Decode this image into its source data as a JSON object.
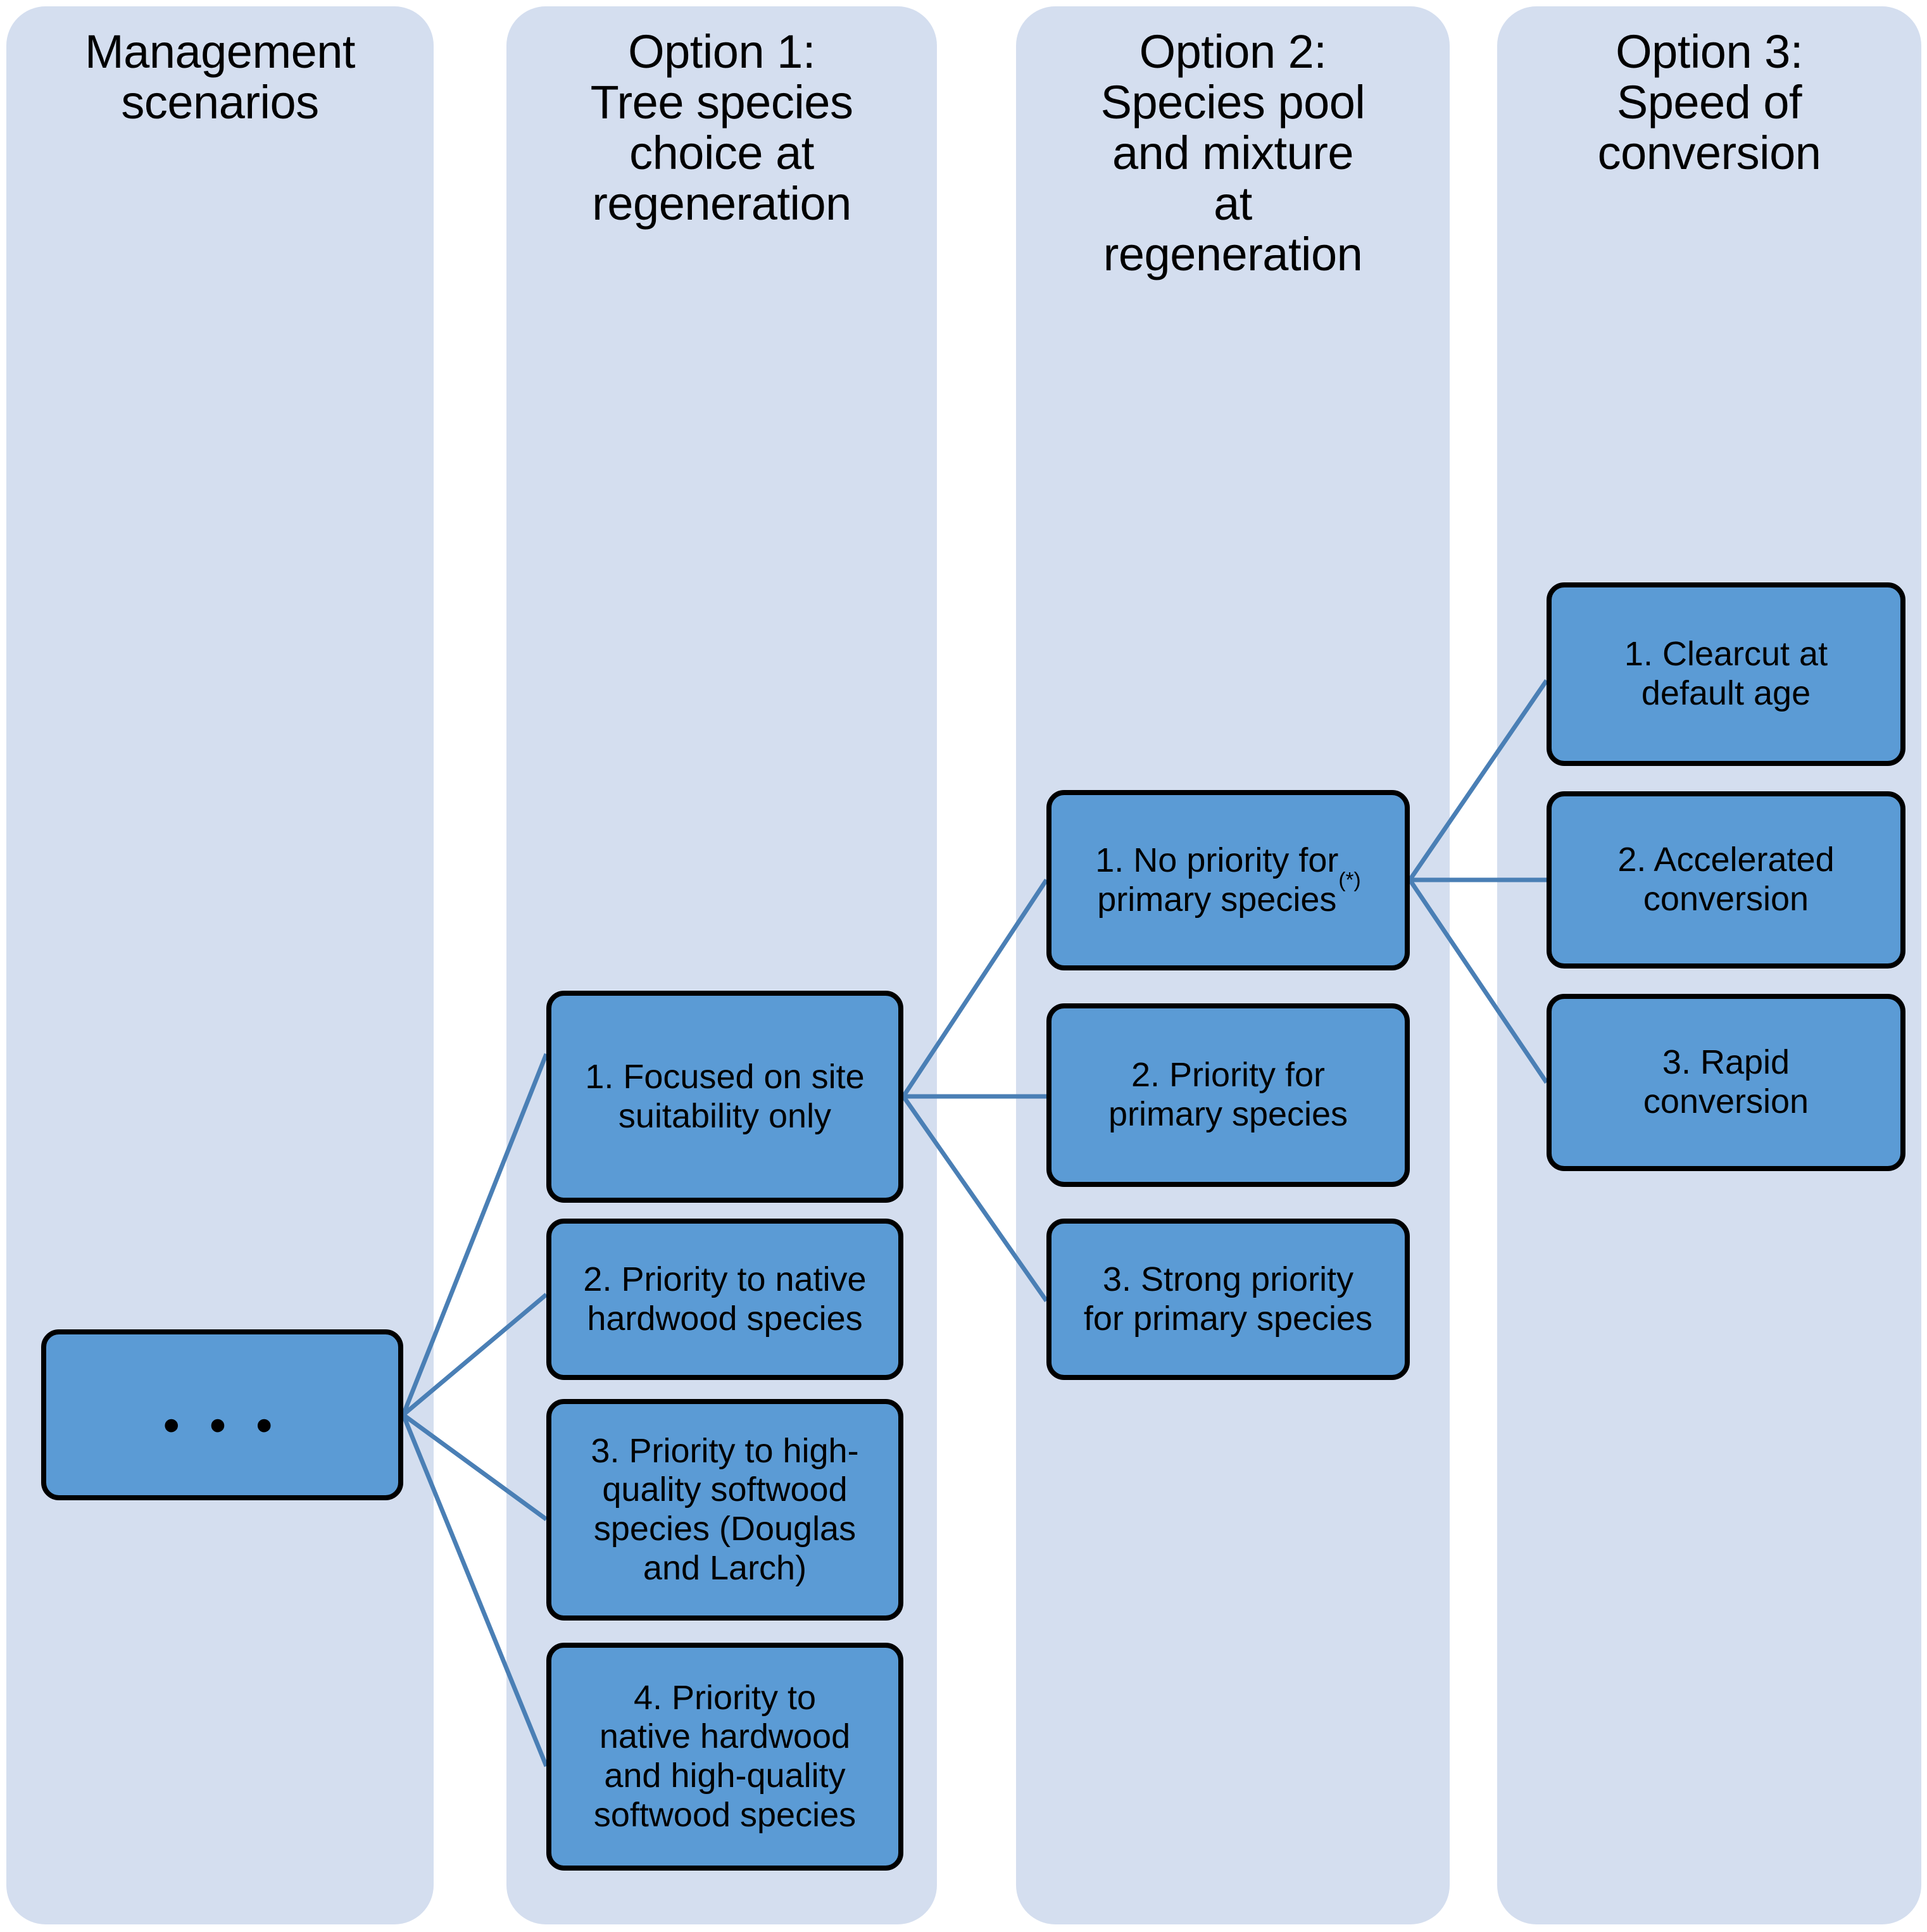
{
  "diagram": {
    "type": "hierarchy-tree",
    "background_color": "#ffffff",
    "panel_color": "#d4deef",
    "node_fill_color": "#5b9bd5",
    "node_border_color": "#000000",
    "connector_color": "#4a7fb5",
    "columns": [
      {
        "id": "management-scenarios",
        "title": "Management\nscenarios",
        "nodes": [
          {
            "id": "root",
            "label": "• • •",
            "is_ellipsis": true
          }
        ]
      },
      {
        "id": "option-1",
        "title": "Option 1:\nTree species\nchoice at\nregeneration",
        "nodes": [
          {
            "id": "o1-1",
            "label": "1. Focused on site\nsuitability only"
          },
          {
            "id": "o1-2",
            "label": "2. Priority to native\nhardwood species"
          },
          {
            "id": "o1-3",
            "label": "3. Priority to high-\nquality softwood\nspecies (Douglas\nand Larch)"
          },
          {
            "id": "o1-4",
            "label": "4. Priority to\nnative hardwood\nand high-quality\nsoftwood species"
          }
        ]
      },
      {
        "id": "option-2",
        "title": "Option 2:\nSpecies pool\nand mixture\nat\nregeneration",
        "nodes": [
          {
            "id": "o2-1",
            "label": "1. No priority for\nprimary species",
            "superscript": "(*)"
          },
          {
            "id": "o2-2",
            "label": "2. Priority for\nprimary species"
          },
          {
            "id": "o2-3",
            "label": "3. Strong priority\nfor primary species"
          }
        ]
      },
      {
        "id": "option-3",
        "title": "Option 3:\nSpeed of\nconversion",
        "nodes": [
          {
            "id": "o3-1",
            "label": "1. Clearcut at\ndefault age"
          },
          {
            "id": "o3-2",
            "label": "2. Accelerated\nconversion"
          },
          {
            "id": "o3-3",
            "label": "3. Rapid\nconversion"
          }
        ]
      }
    ],
    "edges": [
      {
        "from": "root",
        "to": "o1-1"
      },
      {
        "from": "root",
        "to": "o1-2"
      },
      {
        "from": "root",
        "to": "o1-3"
      },
      {
        "from": "root",
        "to": "o1-4"
      },
      {
        "from": "o1-1",
        "to": "o2-1"
      },
      {
        "from": "o1-1",
        "to": "o2-2"
      },
      {
        "from": "o1-1",
        "to": "o2-3"
      },
      {
        "from": "o2-1",
        "to": "o3-1"
      },
      {
        "from": "o2-1",
        "to": "o3-2"
      },
      {
        "from": "o2-1",
        "to": "o3-3"
      }
    ]
  }
}
